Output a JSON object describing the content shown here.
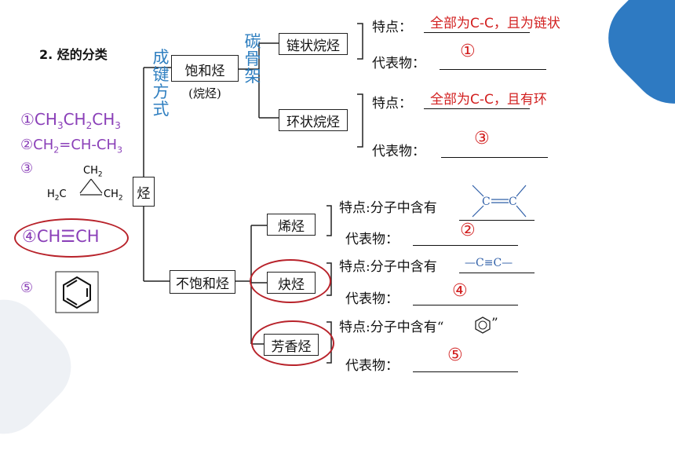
{
  "section_title": "2. 烃的分类",
  "classification_basis": "成键方式",
  "skeleton_basis": "碳骨架",
  "root": "烃",
  "saturated": {
    "label": "饱和烃",
    "sub": "(烷烃)"
  },
  "unsaturated": {
    "label": "不饱和烃"
  },
  "chain_alkane": {
    "label": "链状烷烃",
    "feature_label": "特点：",
    "feature_answer": "全部为C-C，且为链状",
    "rep_label": "代表物：",
    "rep_answer": "①"
  },
  "cyclo_alkane": {
    "label": "环状烷烃",
    "feature_label": "特点：",
    "feature_answer": "全部为C-C，且有环",
    "rep_label": "代表物：",
    "rep_answer": "③"
  },
  "alkene": {
    "label": "烯烃",
    "feature_label": "特点:分子中含有",
    "feature_group": "C=C",
    "rep_label": "代表物：",
    "rep_answer": "②"
  },
  "alkyne": {
    "label": "炔烃",
    "feature_label": "特点:分子中含有",
    "feature_group": "—C≡C—",
    "rep_label": "代表物：",
    "rep_answer": "④"
  },
  "aromatic": {
    "label": "芳香烃",
    "feature_label": "特点:分子中含有“",
    "feature_close": "”",
    "rep_label": "代表物：",
    "rep_answer": "⑤"
  },
  "compounds": {
    "c1": "①CH",
    "c2": "②CH",
    "c3_marker": "③",
    "c3_top": "CH",
    "c3_left": "H",
    "c3_right": "CH",
    "c4": "④CH☰CH",
    "c5_marker": "⑤"
  },
  "colors": {
    "red": "#d21f1f",
    "blue": "#2f7fc0",
    "purple": "#8a3fb8",
    "circle": "#b8222a",
    "deco_blue": "#2e7ac2",
    "deco_gray": "#eef1f5"
  }
}
